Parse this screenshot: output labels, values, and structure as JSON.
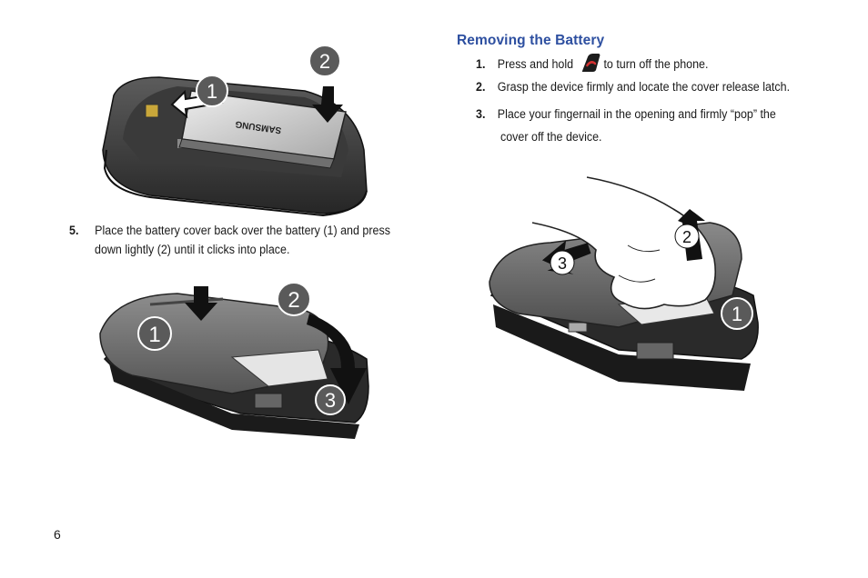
{
  "page": {
    "number": "6"
  },
  "accent_color": "#2d4fa0",
  "section": {
    "heading": "Removing the Battery"
  },
  "steps_right": [
    {
      "num": "1.",
      "before_icon": "Press and hold",
      "icon": "end-key-icon",
      "after_icon": "to turn off the phone."
    },
    {
      "num": "2.",
      "text": "Grasp the device firmly and locate the cover release latch."
    },
    {
      "num": "3.",
      "text_line1": "Place your fingernail in the opening and firmly “pop” the",
      "text_line2": "cover off the device."
    }
  ],
  "step_left": {
    "num": "5.",
    "line1": "Place the battery cover back over the battery (1) and press",
    "line2": "down lightly (2) until it clicks into place."
  },
  "figures": {
    "top_left": {
      "brand": "SAMSUNG",
      "callouts": [
        "1",
        "2"
      ]
    },
    "bottom_left": {
      "callouts": [
        "1",
        "2",
        "3"
      ]
    },
    "right": {
      "callouts": [
        "1",
        "2",
        "3"
      ]
    }
  }
}
